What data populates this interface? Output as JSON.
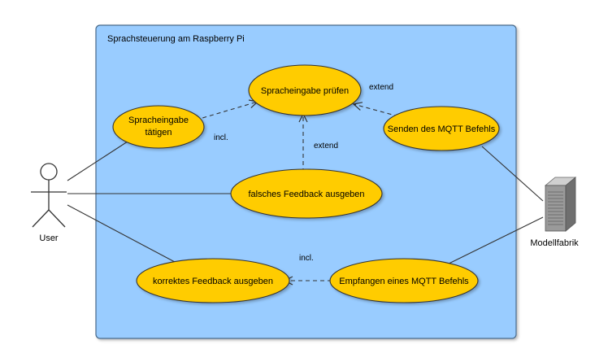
{
  "system": {
    "title": "Sprachsteuerung am Raspberry Pi",
    "fill": "#99ccff",
    "stroke": "#4a6a8a"
  },
  "actors": {
    "user": {
      "label": "User"
    },
    "factory": {
      "label": "Modellfabrik"
    }
  },
  "use_cases": {
    "check_input": "Spracheingabe prüfen",
    "make_input": [
      "Spracheingabe",
      "tätigen"
    ],
    "send_mqtt": "Senden des MQTT Befehls",
    "wrong_feedback": "falsches Feedback ausgeben",
    "correct_feedback": "korrektes Feedback ausgeben",
    "receive_mqtt": "Empfangen eines MQTT Befehls"
  },
  "relations": {
    "incl_top": "incl.",
    "extend_top": "extend",
    "extend_middle": "extend",
    "incl_bottom": "incl."
  },
  "colors": {
    "usecase_fill": "#ffcc00",
    "usecase_stroke": "#333333",
    "line": "#333333"
  }
}
